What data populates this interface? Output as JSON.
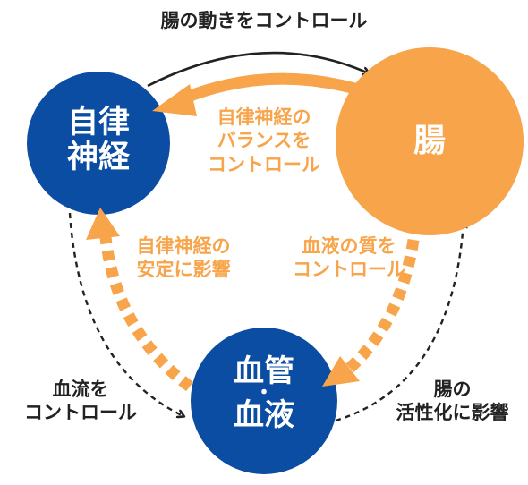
{
  "nodes": {
    "autonomic": {
      "line1": "自律",
      "line2": "神経"
    },
    "gut": {
      "label": "腸"
    },
    "blood": {
      "line1": "血管",
      "dot": "・",
      "line2": "血液"
    }
  },
  "labels": {
    "top_arrow": "腸の動きをコントロール",
    "gut_to_autonomic": [
      "自律神経の",
      "バランスを",
      "コントロール"
    ],
    "blood_to_autonomic": [
      "自律神経の",
      "安定に影響"
    ],
    "gut_to_blood": [
      "血液の質を",
      "コントロール"
    ],
    "autonomic_to_blood": [
      "血流を",
      "コントロール"
    ],
    "blood_to_gut": [
      "腸の",
      "活性化に影響"
    ]
  },
  "colors": {
    "navy": "#0b4da2",
    "orange": "#f7a44a",
    "dark": "#222222"
  }
}
